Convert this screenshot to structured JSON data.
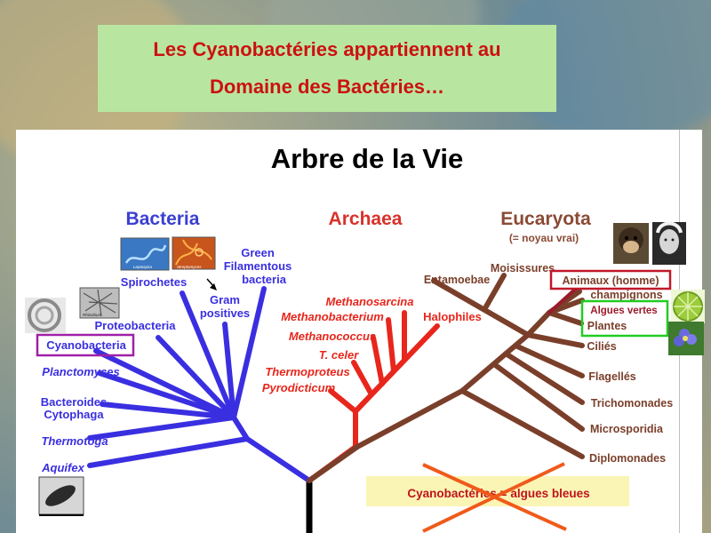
{
  "title": {
    "line1": "Les Cyanobactéries appartiennent au",
    "line2": "Domaine des Bactéries…"
  },
  "tree": {
    "heading": "Arbre de la Vie",
    "domains": {
      "bacteria": "Bacteria",
      "archaea": "Archaea",
      "eucaryota": "Eucaryota",
      "eucaryota_note": "(= noyau vrai)"
    },
    "bacteria_labels": {
      "green_filamentous_1": "Green",
      "green_filamentous_2": "Filamentous",
      "green_filamentous_3": "bacteria",
      "spirochetes": "Spirochetes",
      "gram_1": "Gram",
      "gram_2": "positives",
      "proteobacteria": "Proteobacteria",
      "cyanobacteria": "Cyanobacteria",
      "planctomyces": "Planctomyces",
      "bacteroides_1": "Bacteroides",
      "bacteroides_2": "Cytophaga",
      "thermotoga": "Thermotoga",
      "aquifex": "Aquifex"
    },
    "archaea_labels": {
      "methanosarcina": "Methanosarcina",
      "methanobacterium": "Methanobacterium",
      "halophiles": "Halophiles",
      "methanococcus": "Methanococcus",
      "t_celer": "T. celer",
      "thermoproteus": "Thermoproteus",
      "pyrodicticum": "Pyrodicticum"
    },
    "eucaryota_labels": {
      "moisissures": "Moisissures",
      "entamoebae": "Entamoebae",
      "animaux": "Animaux (homme)",
      "champignons": "champignons",
      "algues_vertes": "Algues vertes",
      "plantes": "Plantes",
      "cilies": "Ciliés",
      "flagelles": "Flagellés",
      "trichomonades": "Trichomonades",
      "microsporidia": "Microsporidia",
      "diplomonades": "Diplomonades"
    },
    "thumb_captions": {
      "leptospira": "Leptospira",
      "streptomyces": "Streptomyces",
      "rhizobium": "Rhizobium"
    },
    "crossed_note": "Cyanobactéries = algues bleues"
  },
  "colors": {
    "title_bg": "#b8e6a0",
    "title_text": "#cc1111",
    "bacteria": "#3a2fe0",
    "archaea": "#e8261c",
    "eucaryota": "#7a3f2a",
    "heading_bacteria": "#3b3fd1",
    "heading_archaea": "#d8322a",
    "heading_eucaryota": "#8a4a35",
    "cyanobacteria_box": "#a020a8",
    "animaux_box": "#c0182a",
    "algues_box": "#22cc22",
    "cross": "#f05a1a",
    "note_bg": "#fbf5b5"
  }
}
